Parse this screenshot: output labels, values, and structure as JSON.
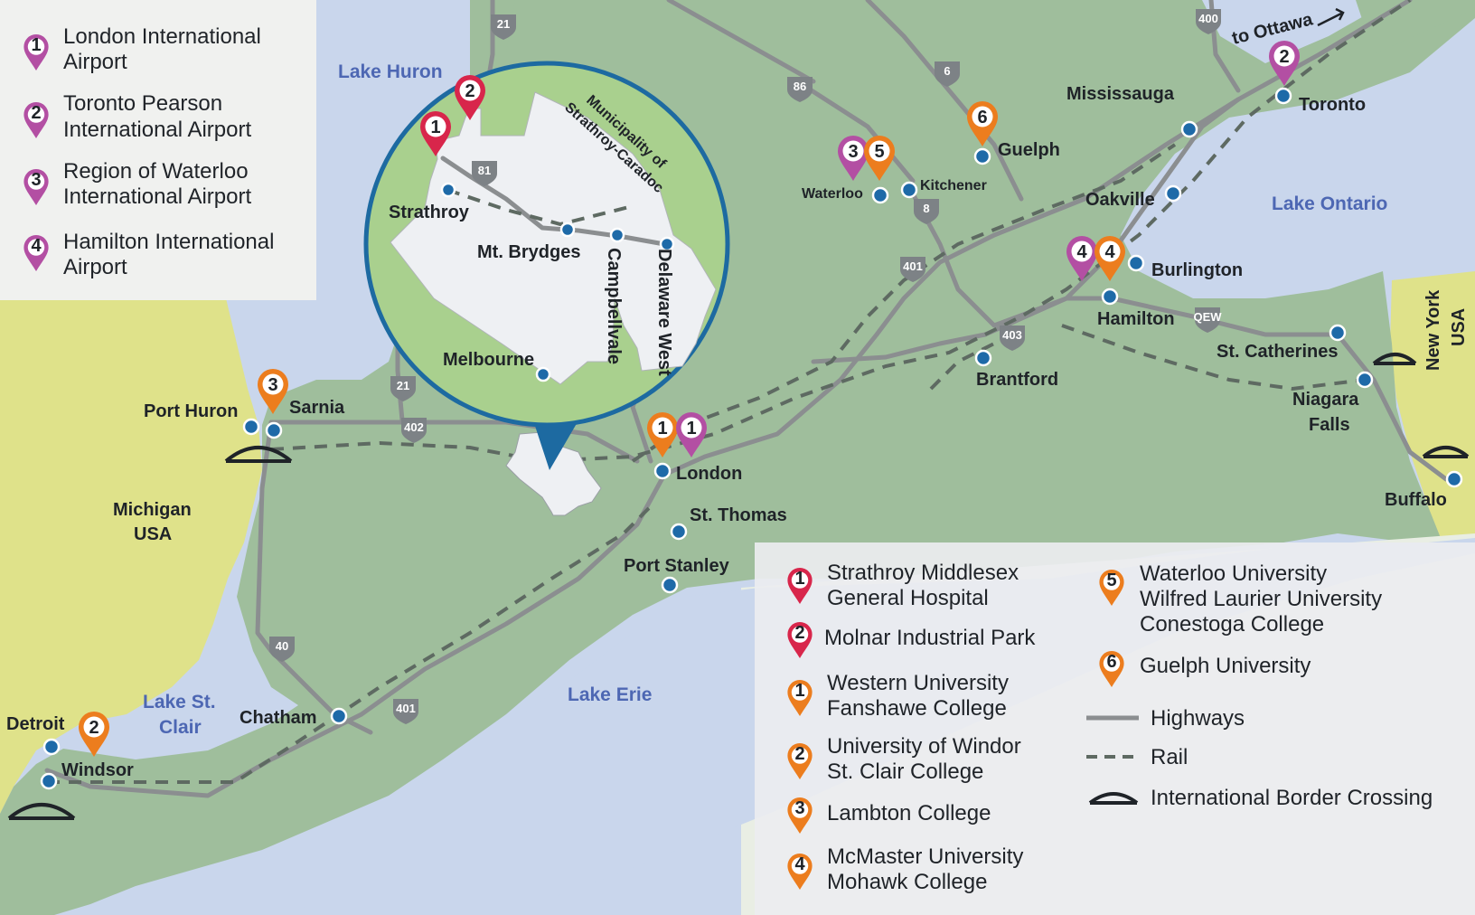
{
  "colors": {
    "water": "#c9d6ec",
    "land_canada": "#9fbe9c",
    "land_usa": "#dfe28a",
    "airport_pin": "#b34fa3",
    "hospital_pin": "#d8264b",
    "education_pin": "#ec7d1e",
    "city_dot": "#1e6aa8",
    "inset_fill": "#a9d08e",
    "inset_border": "#1d6aa1"
  },
  "water_labels": {
    "lake_huron": "Lake Huron",
    "lake_ontario": "Lake Ontario",
    "lake_erie": "Lake Erie",
    "lake_st_clair_1": "Lake St.",
    "lake_st_clair_2": "Clair"
  },
  "region_labels": {
    "michigan_1": "Michigan",
    "michigan_2": "USA",
    "new_york_1": "New York",
    "new_york_2": "USA"
  },
  "cities": {
    "toronto": "Toronto",
    "mississauga": "Mississauga",
    "oakville": "Oakville",
    "burlington": "Burlington",
    "hamilton": "Hamilton",
    "guelph": "Guelph",
    "kitchener": "Kitchener",
    "waterloo": "Waterloo",
    "brantford": "Brantford",
    "st_catherines": "St. Catherines",
    "niagara_1": "Niagara",
    "niagara_2": "Falls",
    "buffalo": "Buffalo",
    "london": "London",
    "st_thomas": "St. Thomas",
    "port_stanley": "Port Stanley",
    "sarnia": "Sarnia",
    "port_huron": "Port Huron",
    "chatham": "Chatham",
    "detroit": "Detroit",
    "windsor": "Windsor",
    "to_ottawa": "to Ottawa"
  },
  "highway_shields": [
    "21",
    "400",
    "86",
    "6",
    "8",
    "401",
    "403",
    "QEW",
    "402",
    "21",
    "40",
    "401",
    "81"
  ],
  "inset": {
    "title_1": "Municipality of",
    "title_2": "Strathroy-Caradoc",
    "strathroy": "Strathroy",
    "mt_brydges": "Mt. Brydges",
    "campbellvale": "Campbellvale",
    "delaware_west": "Delaware West",
    "melbourne": "Melbourne"
  },
  "map_pins": {
    "airport_1": "1",
    "airport_2": "2",
    "airport_3": "3",
    "airport_4": "4",
    "hospital_1": "1",
    "industrial_2": "2",
    "edu_1": "1",
    "edu_2": "2",
    "edu_3": "3",
    "edu_4": "4",
    "edu_5": "5",
    "edu_6": "6"
  },
  "legend_airports": [
    {
      "num": "1",
      "line1": "London International",
      "line2": "Airport"
    },
    {
      "num": "2",
      "line1": "Toronto Pearson",
      "line2": "International Airport"
    },
    {
      "num": "3",
      "line1": "Region of Waterloo",
      "line2": "International Airport"
    },
    {
      "num": "4",
      "line1": "Hamilton International",
      "line2": "Airport"
    }
  ],
  "legend_main": {
    "hospital": {
      "num": "1",
      "line1": "Strathroy Middlesex",
      "line2": "General Hospital"
    },
    "industrial": {
      "num": "2",
      "line1": "Molnar Industrial Park"
    },
    "edu": [
      {
        "num": "1",
        "line1": "Western University",
        "line2": "Fanshawe College"
      },
      {
        "num": "2",
        "line1": "University of Windor",
        "line2": "St. Clair College"
      },
      {
        "num": "3",
        "line1": "Lambton College"
      },
      {
        "num": "4",
        "line1": "McMaster University",
        "line2": "Mohawk College"
      },
      {
        "num": "5",
        "line1": "Waterloo University",
        "line2": "Wilfred Laurier University",
        "line3": "Conestoga College"
      },
      {
        "num": "6",
        "line1": "Guelph University"
      }
    ],
    "highways": "Highways",
    "rail": "Rail",
    "border": "International Border Crossing"
  }
}
